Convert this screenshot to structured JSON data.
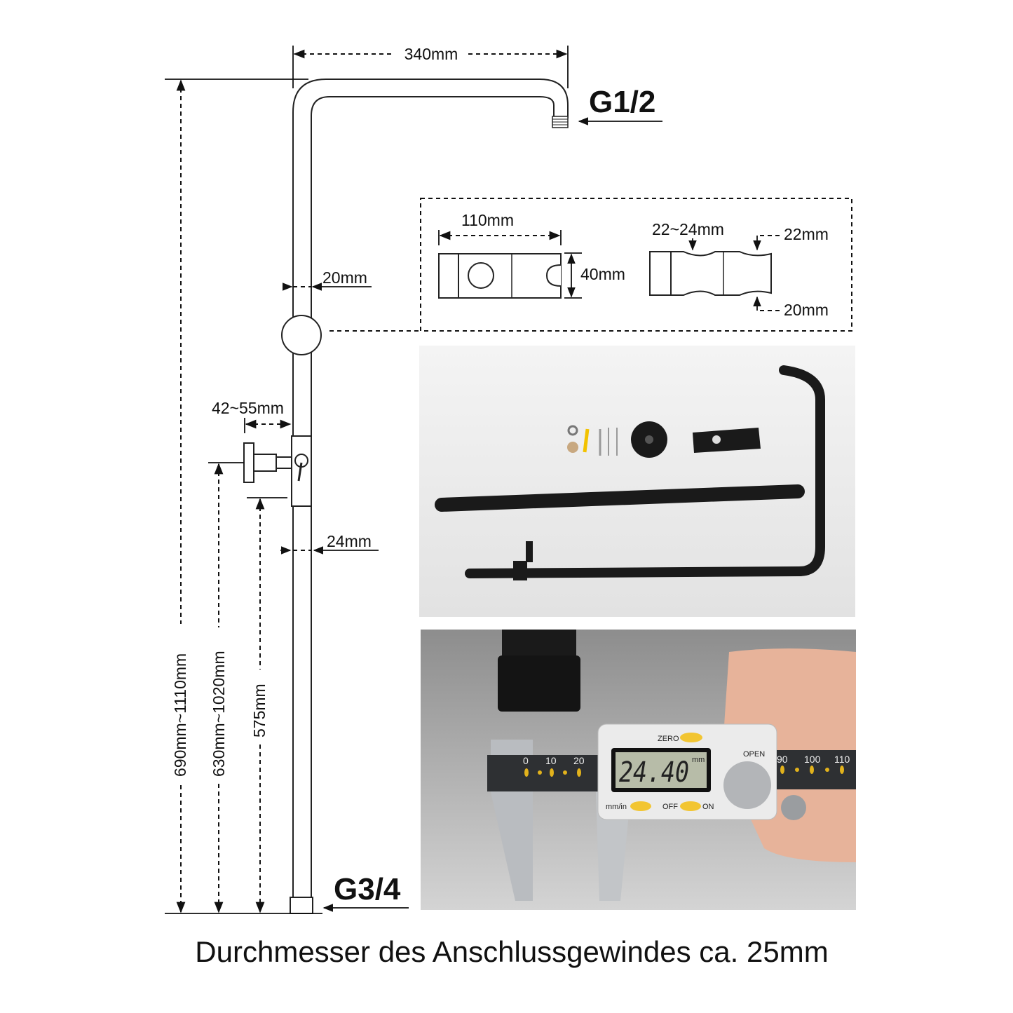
{
  "dimensions": {
    "arm_length": "340mm",
    "top_thread": "G1/2",
    "bottom_thread": "G3/4",
    "upper_pipe_diameter": "20mm",
    "lower_pipe_diameter": "24mm",
    "holder_spacing": "42~55mm",
    "total_height": "690mm~1110mm",
    "holder_height": "630mm~1020mm",
    "outlet_height": "575mm"
  },
  "slider_detail": {
    "length": "110mm",
    "height": "40mm",
    "clamp_range": "22~24mm",
    "top_width": "22mm",
    "bottom_width": "20mm"
  },
  "caliper": {
    "reading": "24.40",
    "unit": "mm",
    "zero_label": "ZERO",
    "mode_label": "mm/in",
    "off_label": "OFF",
    "on_label": "ON",
    "open_label": "OPEN",
    "scale_left": [
      "0",
      "10",
      "20"
    ],
    "scale_right": [
      "90",
      "100",
      "110"
    ]
  },
  "caption": "Durchmesser des Anschlussgewindes ca. 25mm"
}
